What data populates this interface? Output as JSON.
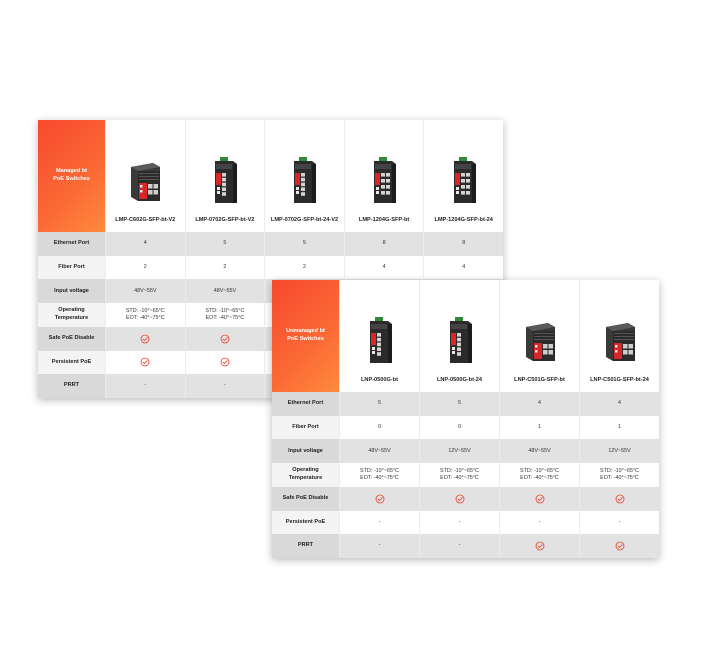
{
  "managed": {
    "header_label": "Managed bt\nPoE Switches",
    "products": [
      {
        "name": "LMP-C602G-SFP-bt-V2",
        "style": "compact",
        "ports": 4
      },
      {
        "name": "LMP-0702G-SFP-bt-V2",
        "style": "din",
        "ports": 5
      },
      {
        "name": "LMP-0702G-SFP-bt-24-V2",
        "style": "din",
        "ports": 5
      },
      {
        "name": "LMP-1204G-SFP-bt",
        "style": "din",
        "ports": 8
      },
      {
        "name": "LMP-1204G-SFP-bt-24",
        "style": "din",
        "ports": 8
      }
    ],
    "rows": [
      {
        "label": "Ethernet Port",
        "values": [
          "4",
          "5",
          "5",
          "8",
          "8"
        ]
      },
      {
        "label": "Fiber Port",
        "values": [
          "2",
          "2",
          "2",
          "4",
          "4"
        ]
      },
      {
        "label": "Input voltage",
        "values": [
          "48V~55V",
          "48V~55V",
          "",
          "",
          ""
        ]
      },
      {
        "label": "Operating\nTemperature",
        "values": [
          "STD: -10°~65°C\nEOT: -40°~75°C",
          "STD: -10°~65°C\nEOT: -40°~75°C",
          "",
          "",
          ""
        ]
      },
      {
        "label": "Safe PoE Disable",
        "values": [
          "check",
          "check",
          "",
          "",
          ""
        ]
      },
      {
        "label": "Persistent PoE",
        "values": [
          "check",
          "check",
          "",
          "",
          ""
        ]
      },
      {
        "label": "PRRT",
        "values": [
          "-",
          "-",
          "",
          "",
          ""
        ]
      }
    ]
  },
  "unmanaged": {
    "header_label": "Unmanaged bt\nPoE Switches",
    "products": [
      {
        "name": "LNP-0500G-bt",
        "style": "din",
        "ports": 5
      },
      {
        "name": "LNP-0500G-bt-24",
        "style": "din",
        "ports": 5
      },
      {
        "name": "LNP-C501G-SFP-bt",
        "style": "compact",
        "ports": 4
      },
      {
        "name": "LNP-C501G-SFP-bt-24",
        "style": "compact",
        "ports": 4
      }
    ],
    "rows": [
      {
        "label": "Ethernet Port",
        "values": [
          "5",
          "5",
          "4",
          "4"
        ]
      },
      {
        "label": "Fiber Port",
        "values": [
          "0",
          "0",
          "1",
          "1"
        ]
      },
      {
        "label": "Input voltage",
        "values": [
          "48V~55V",
          "12V~55V",
          "48V~55V",
          "12V~55V"
        ]
      },
      {
        "label": "Operating\nTemperature",
        "values": [
          "STD: -10°~65°C\nEOT: -40°~75°C",
          "STD: -10°~65°C\nEOT: -40°~75°C",
          "STD: -10°~65°C\nEOT: -40°~75°C",
          "STD: -10°~65°C\nEOT: -40°~75°C"
        ]
      },
      {
        "label": "Safe PoE Disable",
        "values": [
          "check",
          "check",
          "check",
          "check"
        ]
      },
      {
        "label": "Persistent PoE",
        "values": [
          "-",
          "-",
          "-",
          "-"
        ]
      },
      {
        "label": "PRRT",
        "values": [
          "-",
          "-",
          "check",
          "check"
        ]
      }
    ]
  },
  "colors": {
    "accent": "#f7492e",
    "check": "#e8402d",
    "device_body": "#2b2b2b",
    "device_red": "#d8262a",
    "din_green": "#2f8a3c"
  },
  "icons": {
    "check": "check-circle-icon",
    "device": "switch-device-icon"
  }
}
